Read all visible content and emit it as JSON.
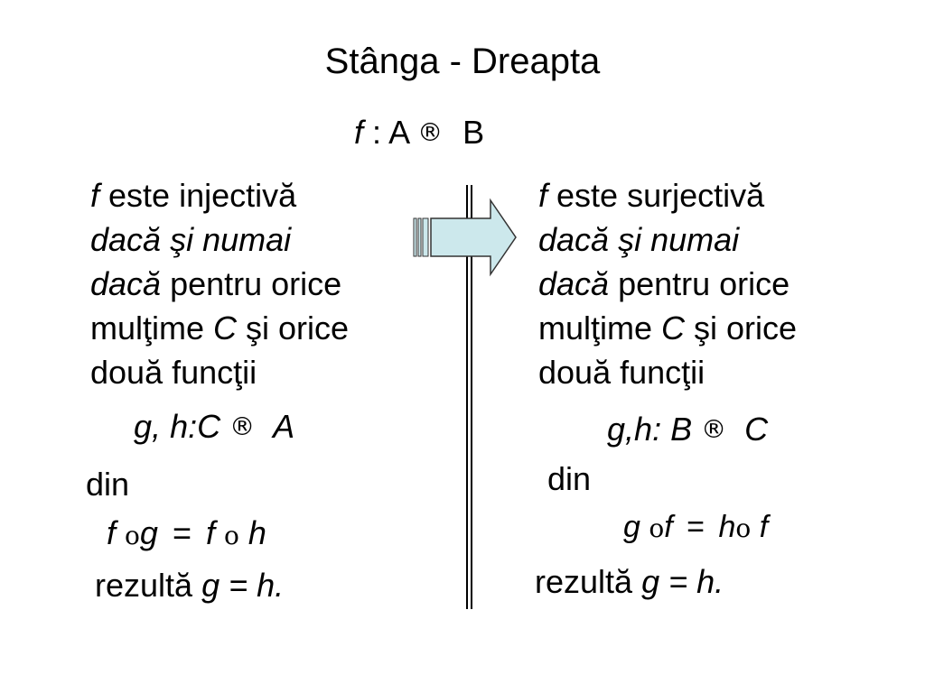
{
  "title": "Stânga - Dreapta",
  "header_formula": {
    "f": "f",
    "colon": ":",
    "A": "A",
    "arrow": "®",
    "B": "B"
  },
  "left": {
    "line1_f": "f",
    "line1_rest": " este injectivă",
    "line2": "dacă şi numai",
    "line3_italic": "dacă",
    "line3_rest": " pentru orice",
    "line4_a": "mulţime ",
    "line4_C": "C",
    "line4_b": " şi orice",
    "line5": "două funcţii",
    "func_g": "g",
    "func_comma": ",",
    "func_h": "h",
    "func_colon": ":",
    "func_C": "C",
    "func_arrow": "®",
    "func_A": "A",
    "din": "din",
    "eq_f1": "f",
    "eq_o1": "o",
    "eq_g": "g",
    "eq_eq": "=",
    "eq_f2": "f",
    "eq_o2": "o",
    "eq_h": "h",
    "res_a": "rezultă ",
    "res_b": "g = h."
  },
  "right": {
    "line1_f": "f",
    "line1_rest": " este surjectivă",
    "line2": "dacă şi numai",
    "line3_italic": "dacă",
    "line3_rest": " pentru orice",
    "line4_a": "mulţime ",
    "line4_C": "C",
    "line4_b": " şi orice",
    "line5": "două funcţii",
    "func_g": "g",
    "func_comma": ",",
    "func_h": "h",
    "func_colon": ":",
    "func_B": "B",
    "func_arrow": "®",
    "func_C": "C",
    "din": "din",
    "eq_g": "g",
    "eq_o1": "o",
    "eq_f1": "f",
    "eq_eq": "=",
    "eq_h": "h",
    "eq_o2": "o",
    "eq_f2": "f",
    "res_a": "rezultă ",
    "res_b": "g = h."
  },
  "colors": {
    "arrow_fill": "#cce8ec",
    "arrow_stroke": "#333333",
    "text": "#000000"
  },
  "icons": {
    "center_arrow": "right-arrow-icon"
  }
}
